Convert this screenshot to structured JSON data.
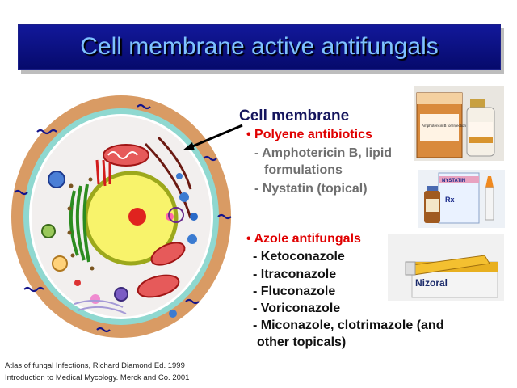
{
  "title": "Cell membrane active antifungals",
  "section_heading": "Cell membrane",
  "polyene": {
    "heading": "Polyene antibiotics",
    "items": [
      "- Amphotericin B, lipid",
      "formulations",
      "- Nystatin (topical)"
    ]
  },
  "azole": {
    "heading": "Azole antifungals",
    "items": [
      "- Ketoconazole",
      "- Itraconazole",
      "- Fluconazole",
      "- Voriconazole",
      "- Miconazole, clotrimazole (and",
      "other topicals)"
    ]
  },
  "product_labels": {
    "amphotericin": "Amphotericin B for Injection U.S.P.",
    "nystatin": "NYSTATIN",
    "rx": "Rx",
    "nizoral": "Nizoral"
  },
  "references": [
    "Atlas of fungal Infections, Richard Diamond Ed. 1999",
    "Introduction to Medical Mycology. Merck and Co. 2001"
  ],
  "colors": {
    "title_bg": "#0a0f7a",
    "title_text": "#7ec2ff",
    "heading_red": "#e00000",
    "heading_navy": "#15155d",
    "subitem_gray": "#6f6f6f"
  }
}
